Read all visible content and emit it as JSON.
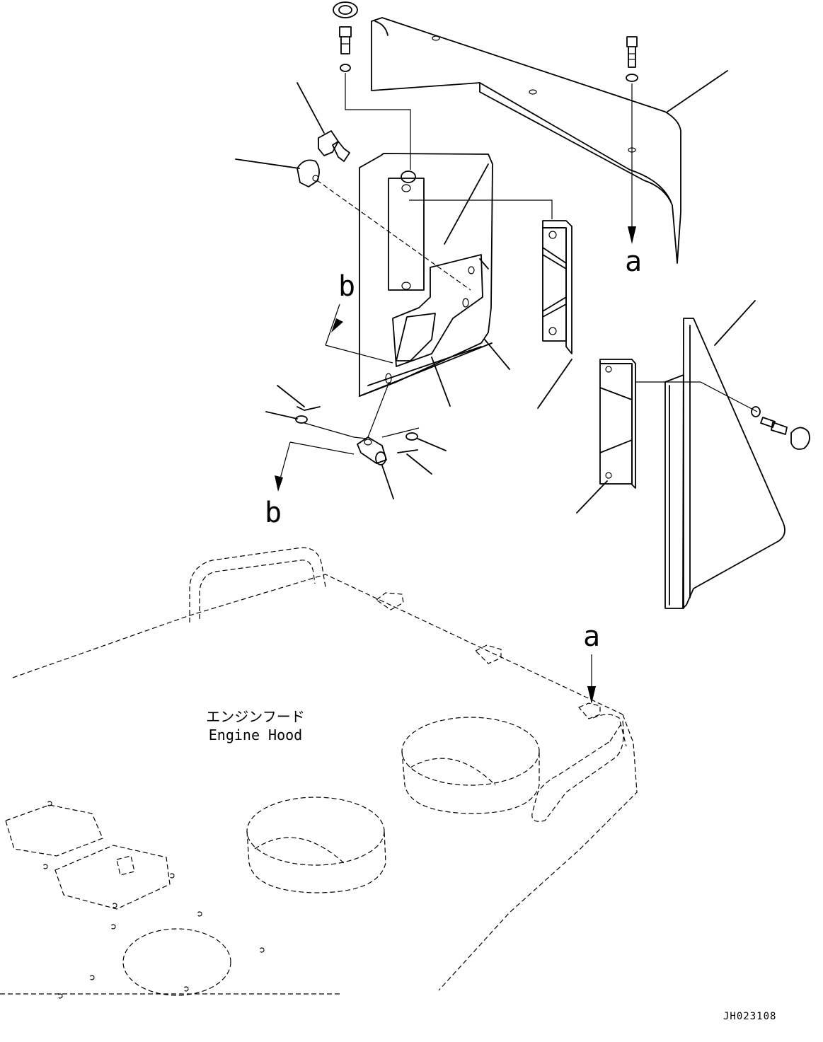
{
  "callouts": {
    "a_top": "a",
    "a_bottom": "a",
    "b_top": "b",
    "b_bottom": "b"
  },
  "engine_hood": {
    "label_jp": "エンジンフード",
    "label_en": "Engine Hood"
  },
  "drawing_id": "JH023108"
}
